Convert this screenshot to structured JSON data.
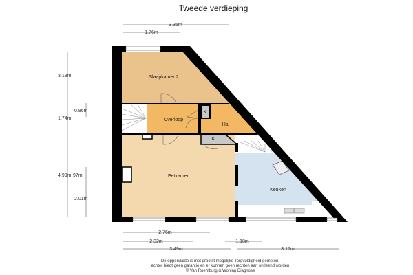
{
  "title": "Tweede verdieping",
  "rooms": {
    "slaapkamer": "Slaapkamer 2",
    "overloop": "Overloop",
    "hal": "Hal",
    "kast1": "K",
    "kast2": "K",
    "eetkamer": "Eetkamer",
    "keuken": "Keuken"
  },
  "dimensions": {
    "top_total": "3.35m",
    "top_part": "1.76m",
    "left_1": "3.18m",
    "left_2": "1.74m",
    "left_3": "4.99m",
    "left_inner_1": "0.86m",
    "left_inner_2": "97m",
    "left_inner_3": "2.01m",
    "bottom_1": "2.76m",
    "bottom_2": "2.32m",
    "bottom_3": "1.18m",
    "bottom_4": "3.49m",
    "bottom_5": "3.17m"
  },
  "disclaimer": [
    "De oppervlakte is met grootst mogelijke zorgvuldigheid gemeten,",
    "echter biedt geen garantie en er kunnen geen rechten aan ontleend worden",
    "© Van Roemburg & Woning Diagnose"
  ],
  "colors": {
    "bedroom": "#e9c28c",
    "hall": "#f2b863",
    "dining": "#f4d8ae",
    "kitchen": "#d5e2f0",
    "closet": "#c8c8c8",
    "wall": "#000000"
  }
}
